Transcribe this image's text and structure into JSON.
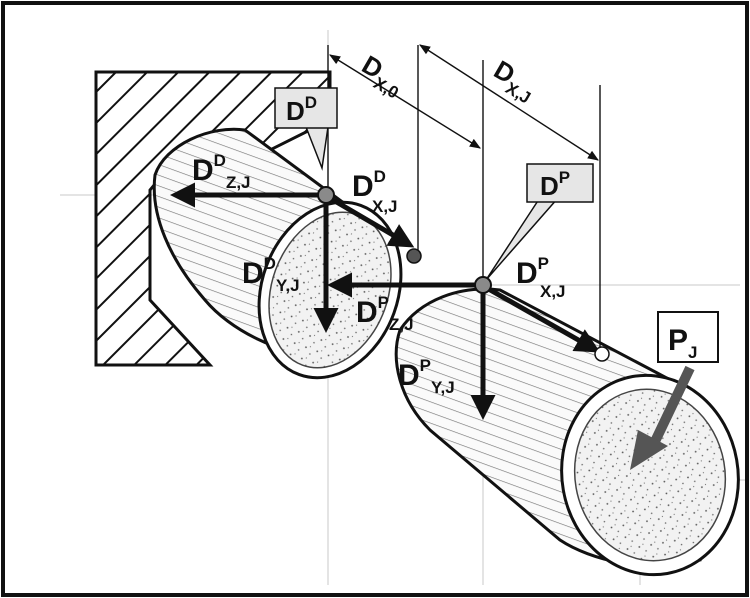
{
  "figure": {
    "colors": {
      "ink": "#111111",
      "paper": "#ffffff",
      "grey_node": "#8a8a8a",
      "callout_fill": "#e6e6e6",
      "arrow_grey": "#555555"
    },
    "labels": {
      "dx0": {
        "main": "D",
        "sub": "X,0"
      },
      "dxj": {
        "main": "D",
        "sub": "X,J"
      },
      "dd_box": {
        "main": "D",
        "sup": "D"
      },
      "dp_box": {
        "main": "D",
        "sup": "P"
      },
      "pj_box": {
        "main": "P",
        "sub": "J"
      },
      "ddzj": {
        "main": "D",
        "sup": "D",
        "sub": "Z,J"
      },
      "ddxj": {
        "main": "D",
        "sup": "D",
        "sub": "X,J"
      },
      "ddyj": {
        "main": "D",
        "sup": "D",
        "sub": "Y,J"
      },
      "dpzj": {
        "main": "D",
        "sup": "P",
        "sub": "Z,J"
      },
      "dpxj": {
        "main": "D",
        "sup": "P",
        "sub": "X,J"
      },
      "dpyj": {
        "main": "D",
        "sup": "P",
        "sub": "Y,J"
      }
    }
  }
}
